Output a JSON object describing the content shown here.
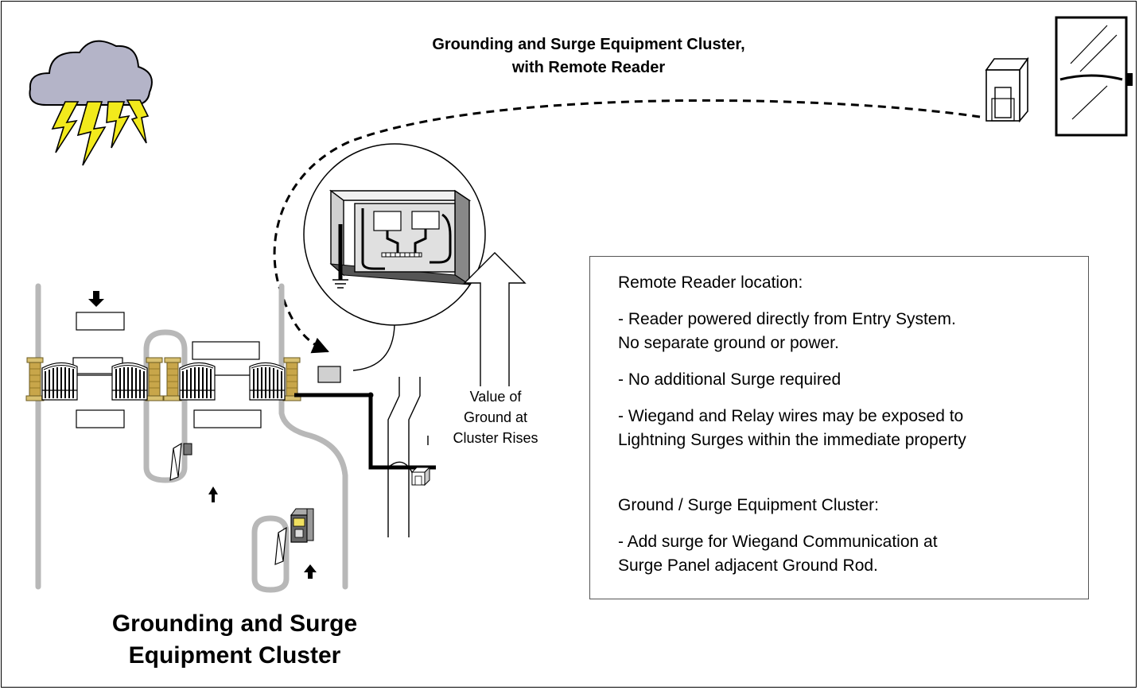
{
  "header": {
    "title_line1": "Grounding and Surge Equipment Cluster,",
    "title_line2": "with Remote Reader"
  },
  "footer": {
    "title_line1": "Grounding and Surge",
    "title_line2": "Equipment Cluster"
  },
  "arrow_label": {
    "line1": "Value of",
    "line2": "Ground at",
    "line3": "Cluster Rises"
  },
  "info": {
    "remote_heading": "Remote Reader location:",
    "remote_item1_line1": "- Reader powered directly from Entry System.",
    "remote_item1_line2": "No separate ground or power.",
    "remote_item2": "- No additional Surge required",
    "remote_item3_line1": "- Wiegand and Relay wires may be exposed to",
    "remote_item3_line2": "Lightning Surges within the immediate property",
    "cluster_heading": "Ground / Surge Equipment Cluster:",
    "cluster_item1_line1": "- Add surge for Wiegand Communication at",
    "cluster_item1_line2": "Surge Panel adjacent Ground Rod."
  },
  "icons": [
    "storm-cloud-icon",
    "lightning-bolt-icon",
    "remote-reader-icon",
    "glass-door-icon",
    "surge-panel-icon",
    "ground-symbol-icon",
    "gate-icon",
    "gate-pillar-icon",
    "keypad-pedestal-icon",
    "card-reader-post-icon",
    "direction-arrow-icon",
    "equipment-box-icon"
  ],
  "colors": {
    "road": "#b8b8b8",
    "cloud": "#b4b4c8",
    "lightning": "#f2ea1c",
    "pillar": "#c8a64a",
    "panel_face": "#e0e0e0",
    "panel_side": "#888888"
  }
}
